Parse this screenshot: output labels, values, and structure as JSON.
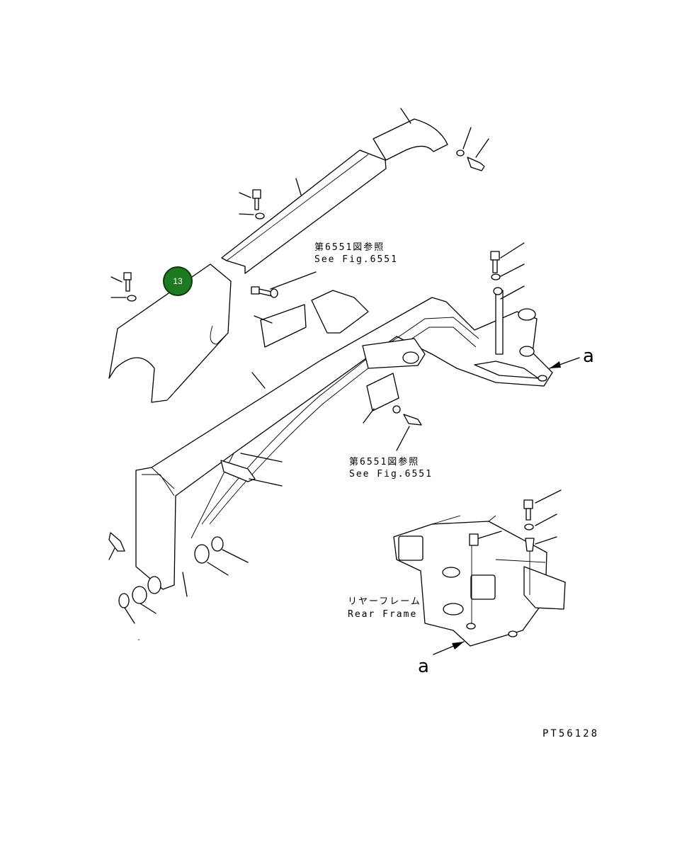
{
  "references": {
    "top": {
      "jp": "第6551図参照",
      "en": "See Fig.6551"
    },
    "bottom": {
      "jp": "第6551図参照",
      "en": "See Fig.6551"
    }
  },
  "rear_frame": {
    "jp": "リヤーフレーム",
    "en": "Rear Frame"
  },
  "view_markers": {
    "right": "a",
    "bottom": "a"
  },
  "callout": {
    "number": "13",
    "color": "#1e7a1e"
  },
  "drawing_code": "PT56128",
  "stray_mark": "-"
}
